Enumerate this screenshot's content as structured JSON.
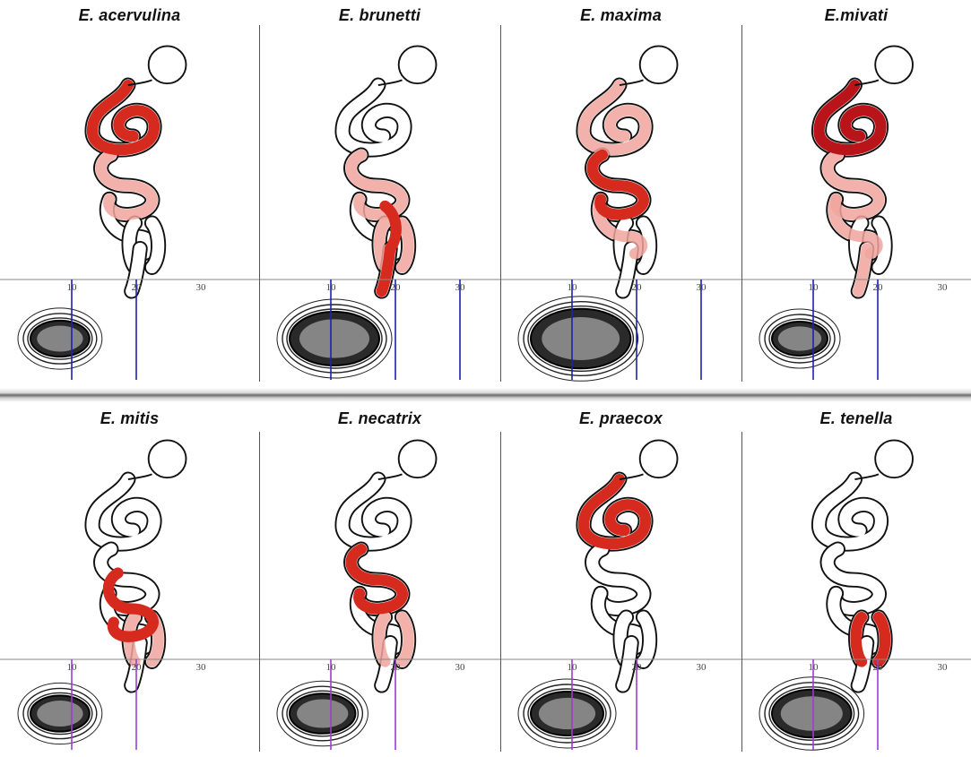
{
  "colors": {
    "infection": "#d62a1e",
    "infection_dark": "#b8141a",
    "outline": "#111111",
    "marker_blue": "#2020b0",
    "marker_violet": "#9b3fd0"
  },
  "scale_ticks": [
    "10",
    "20",
    "30"
  ],
  "rows": [
    {
      "panels": [
        {
          "name": "E. acervulina",
          "infection": [
            "duodenum"
          ],
          "mild": [
            "jejunum"
          ],
          "oocyst_size": 0.55,
          "markers": [
            10,
            20
          ],
          "marker_color": "blue"
        },
        {
          "name": "E. brunetti",
          "infection": [
            "ileum_lower",
            "rectum"
          ],
          "mild": [
            "jejunum",
            "ceca"
          ],
          "oocyst_size": 1.0,
          "markers": [
            10,
            20,
            30
          ],
          "marker_color": "blue"
        },
        {
          "name": "E. maxima",
          "infection": [
            "jejunum"
          ],
          "mild": [
            "duodenum",
            "ileum"
          ],
          "oocyst_size": 1.15,
          "markers": [
            10,
            20,
            30
          ],
          "marker_color": "blue"
        },
        {
          "name": "E.mivati",
          "infection": [
            "duodenum"
          ],
          "mild": [
            "jejunum",
            "ileum",
            "rectum"
          ],
          "oocyst_size": 0.5,
          "markers": [
            10,
            20
          ],
          "marker_color": "blue"
        }
      ]
    },
    {
      "panels": [
        {
          "name": "E. mitis",
          "infection": [
            "jejunum_lower"
          ],
          "mild": [
            "ceca"
          ],
          "oocyst_size": 0.55,
          "markers": [
            10,
            20
          ],
          "marker_color": "violet"
        },
        {
          "name": "E. necatrix",
          "infection": [
            "jejunum"
          ],
          "mild": [
            "ceca"
          ],
          "oocyst_size": 0.65,
          "markers": [
            10,
            20
          ],
          "marker_color": "violet"
        },
        {
          "name": "E. praecox",
          "infection": [
            "duodenum"
          ],
          "mild": [],
          "oocyst_size": 0.75,
          "markers": [
            10,
            20
          ],
          "marker_color": "violet"
        },
        {
          "name": "E. tenella",
          "infection": [
            "ceca"
          ],
          "mild": [],
          "oocyst_size": 0.85,
          "markers": [
            10,
            20
          ],
          "marker_color": "violet"
        }
      ]
    }
  ]
}
